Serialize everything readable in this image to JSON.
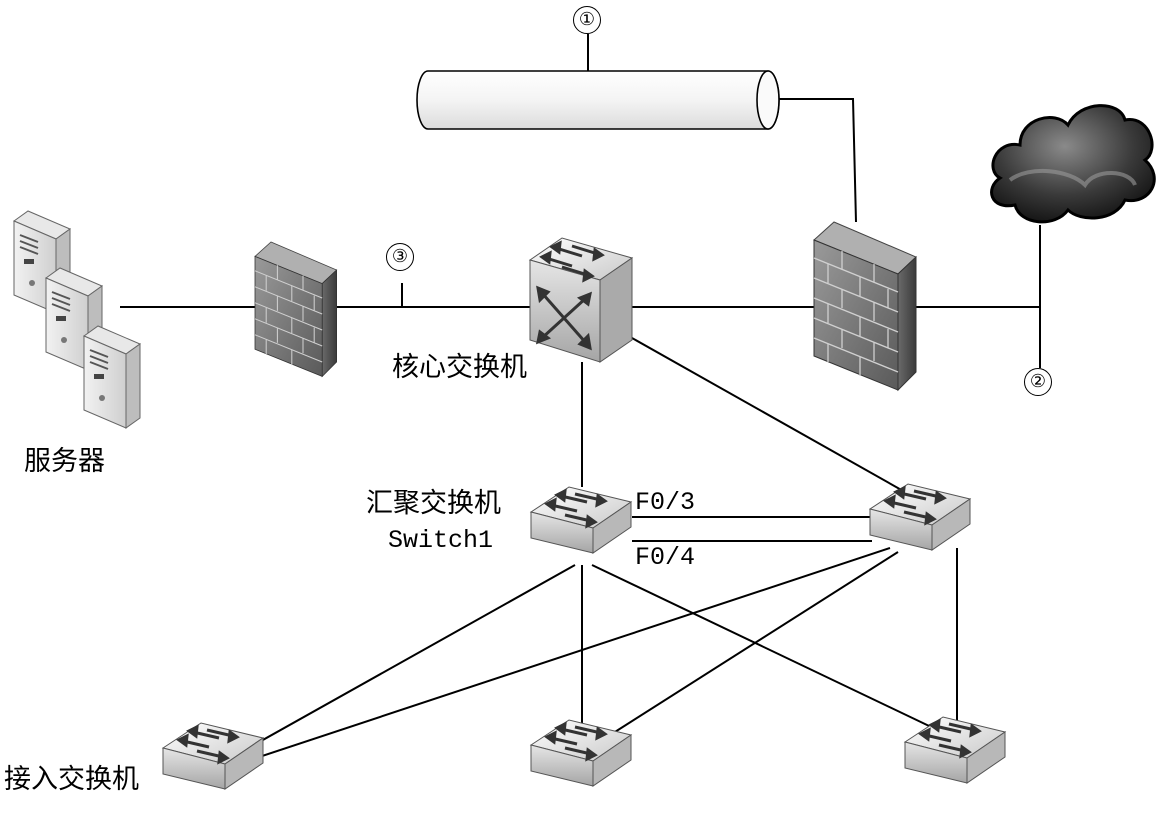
{
  "labels": {
    "servers": "服务器",
    "core_switch": "核心交换机",
    "aggregation_switch": "汇聚交换机",
    "aggregation_switch_name": "Switch1",
    "access_switch": "接入交换机",
    "port_f03": "F0/3",
    "port_f04": "F0/4"
  },
  "markers": {
    "m1": "①",
    "m2": "②",
    "m3": "③"
  }
}
